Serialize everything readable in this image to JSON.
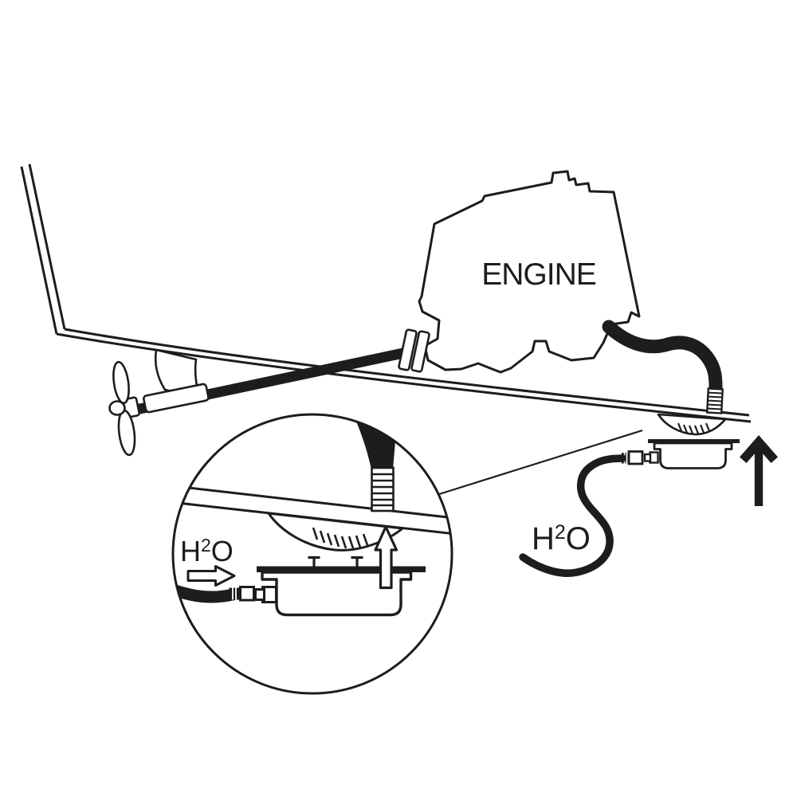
{
  "figure": {
    "kind": "technical-line-diagram",
    "background_color": "#ffffff",
    "ink_color": "#1d1d1b"
  },
  "labels": {
    "engine": "ENGINE",
    "water_main": {
      "base": "H",
      "superscript": "2",
      "tail": "O"
    },
    "water_detail": {
      "base": "H",
      "superscript": "2",
      "tail": "O"
    }
  },
  "icons": {
    "install_direction_arrow": "up-arrow-solid",
    "detail_flow_arrow": "up-arrow-outline",
    "detail_inlet_arrow": "right-arrow-outline"
  }
}
